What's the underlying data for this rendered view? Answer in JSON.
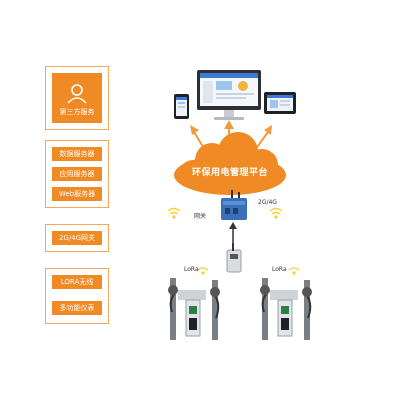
{
  "sidebar": {
    "third_party": "第三方服务",
    "servers": [
      "数据服务器",
      "应用服务器",
      "Web服务器"
    ],
    "gateway": "2G/4G网关",
    "devices": [
      "LORA无线",
      "多功能仪表"
    ]
  },
  "cloud": {
    "title": "环保用电管理平台"
  },
  "gateway": {
    "label": "网关",
    "network": "2G/4G"
  },
  "lora": {
    "left": "LoRa",
    "right": "LoRa"
  },
  "colors": {
    "accent": "#f08a24",
    "border": "#f6a85a",
    "arrow": "#f39a3f"
  }
}
